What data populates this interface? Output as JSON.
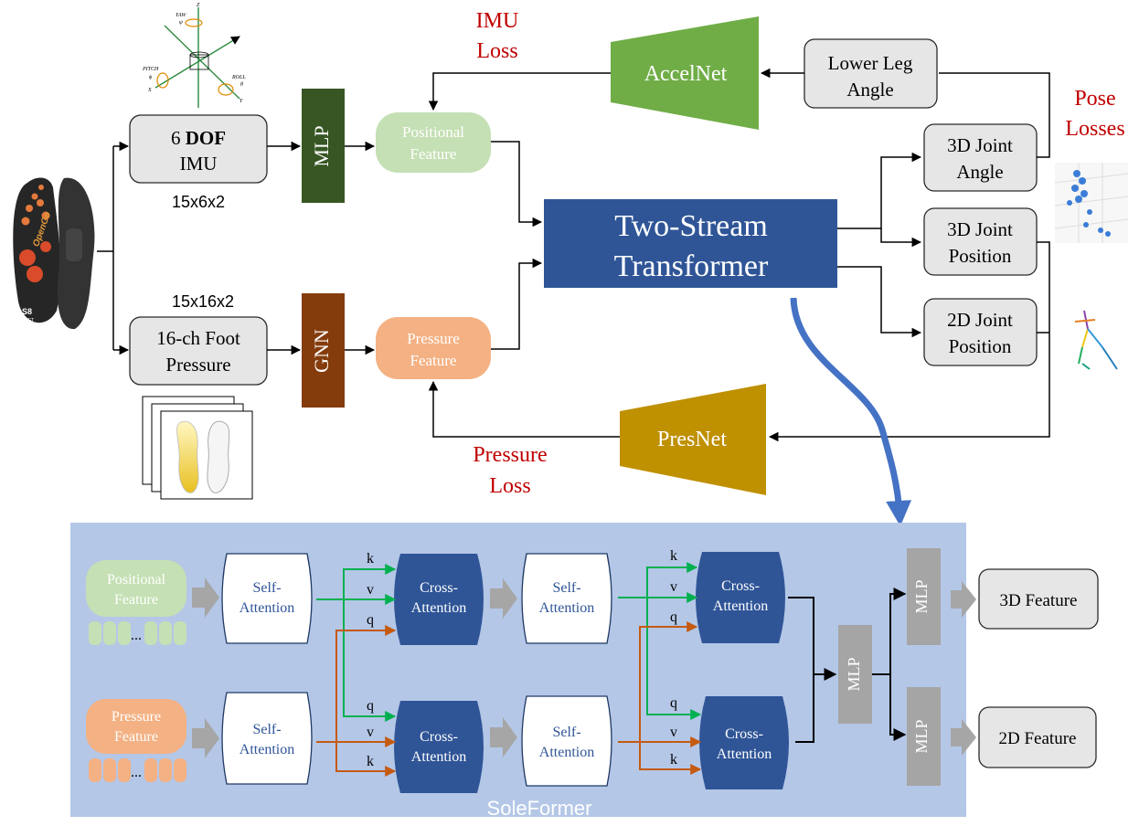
{
  "top": {
    "imu_box": {
      "line1_prefix": "6 ",
      "line1_bold": "DOF",
      "line2": "IMU"
    },
    "imu_dims": "15x6x2",
    "pressure_dims": "15x16x2",
    "pressure_box": {
      "line1": "16-ch Foot",
      "line2": "Pressure"
    },
    "mlp": "MLP",
    "gnn": "GNN",
    "positional_feature": {
      "line1": "Positional",
      "line2": "Feature"
    },
    "pressure_feature": {
      "line1": "Pressure",
      "line2": "Feature"
    },
    "transformer": {
      "line1": "Two-Stream",
      "line2": "Transformer"
    },
    "joint_angle": {
      "line1": "3D Joint",
      "line2": "Angle"
    },
    "joint_position_3d": {
      "line1": "3D Joint",
      "line2": "Position"
    },
    "joint_position_2d": {
      "line1": "2D Joint",
      "line2": "Position"
    },
    "lower_leg": {
      "line1": "Lower Leg",
      "line2": "Angle"
    },
    "accelnet": "AccelNet",
    "presnet": "PresNet",
    "imu_loss": {
      "line1": "IMU",
      "line2": "Loss"
    },
    "pressure_loss": {
      "line1": "Pressure",
      "line2": "Loss"
    },
    "pose_losses": {
      "line1": "Pose",
      "line2": "Losses"
    },
    "axes": {
      "z": "Z",
      "yaw": "YAW",
      "psi": "ψ",
      "pitch": "PITCH",
      "phi": "ϕ",
      "x": "X",
      "roll": "ROLL",
      "theta": "θ",
      "y": "Y"
    },
    "insole": {
      "brand": "OpenGo",
      "size": "S8",
      "side": "LEFT"
    }
  },
  "bottom": {
    "panel_label": "SoleFormer",
    "positional_feature": {
      "line1": "Positional",
      "line2": "Feature"
    },
    "pressure_feature": {
      "line1": "Pressure",
      "line2": "Feature"
    },
    "token_ellipsis": "...",
    "self_attention": {
      "line1": "Self-",
      "line2": "Attention"
    },
    "cross_attention": {
      "line1": "Cross-",
      "line2": "Attention"
    },
    "labels": {
      "k": "k",
      "v": "v",
      "q": "q"
    },
    "mlp": "MLP",
    "feature_3d": "3D Feature",
    "feature_2d": "2D Feature"
  },
  "colors": {
    "mlp_green": "#375623",
    "gnn_brown": "#843C0C",
    "transformer_blue": "#2F5597",
    "accelnet_green": "#70AD47",
    "presnet_gold": "#BF9000",
    "loss_red": "#C00000",
    "positional_green": "#C5E0B4",
    "pressure_orange": "#F4B183",
    "panel_blue": "#B4C7E7",
    "cross_blue": "#2F5597",
    "arrow_green": "#00B050",
    "arrow_orange": "#C55A11",
    "mlp_gray": "#A5A5A5",
    "box_gray": "#E7E6E6"
  }
}
